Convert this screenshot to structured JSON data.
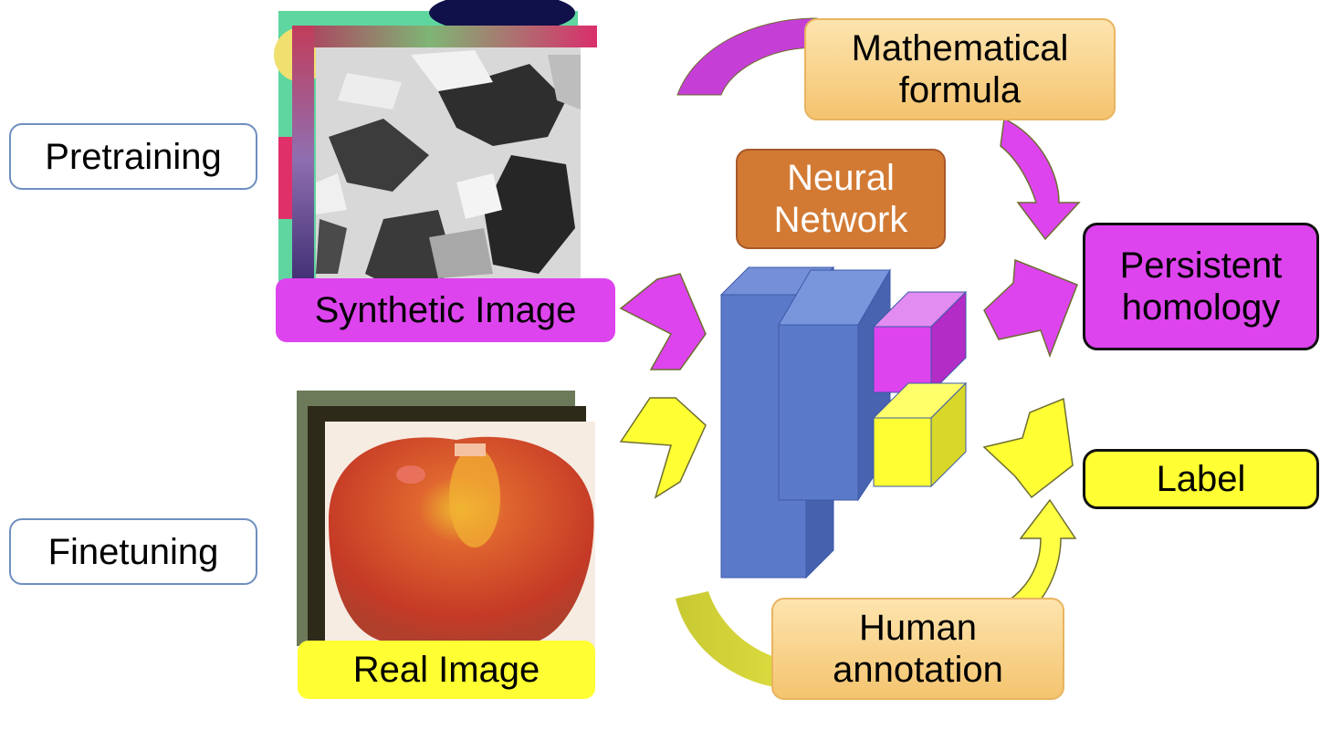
{
  "stages": {
    "pretraining": "Pretraining",
    "finetuning": "Finetuning"
  },
  "inputs": {
    "synthetic": "Synthetic Image",
    "real": "Real Image"
  },
  "model": {
    "line1": "Neural",
    "line2": "Network"
  },
  "sources": {
    "formula_line1": "Mathematical",
    "formula_line2": "formula",
    "human_line1": "Human",
    "human_line2": "annotation"
  },
  "outputs": {
    "ph_line1": "Persistent",
    "ph_line2": "homology",
    "label": "Label"
  },
  "colors": {
    "pretraining_path": "#dd44ee",
    "finetuning_path": "#ffff33",
    "network_blue": "#5b79c9",
    "neural_network_box": "#d27a34",
    "source_box": "#f7cf82",
    "apple_red": "#d2452c"
  }
}
